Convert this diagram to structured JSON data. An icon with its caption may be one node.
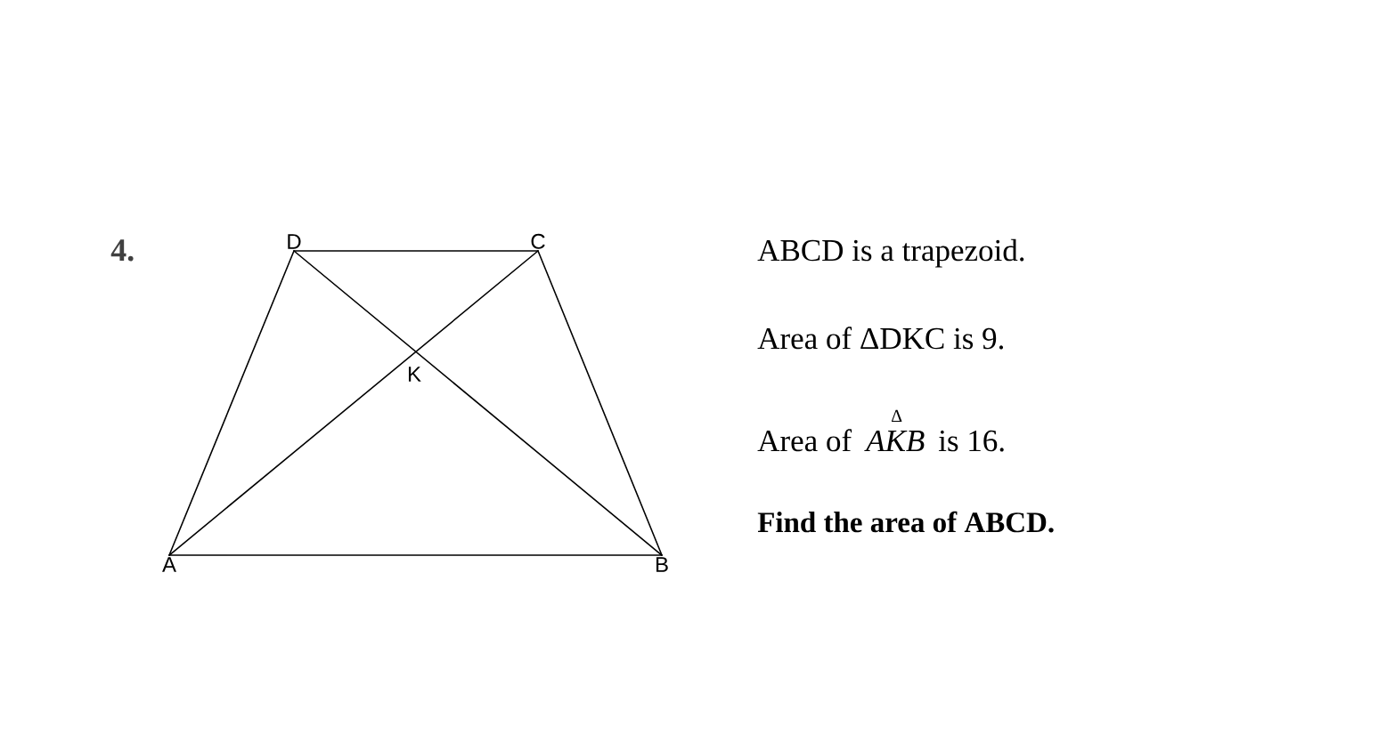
{
  "diagram": {
    "nodes": [
      {
        "text": [
          "D"
        ]
      },
      {
        "text": [
          "C"
        ]
      },
      {
        "text": [
          "K"
        ]
      },
      {
        "text": [
          "A"
        ]
      },
      {
        "text": [
          "B"
        ]
      }
    ],
    "edges": [
      {
        "from": 0,
        "to": 1,
        "arrow": "none"
      },
      {
        "from": 1,
        "to": 4,
        "arrow": "none"
      },
      {
        "from": 3,
        "to": 4,
        "arrow": "none"
      },
      {
        "from": 3,
        "to": 0,
        "arrow": "none"
      },
      {
        "from": 3,
        "to": 1,
        "arrow": "none"
      },
      {
        "from": 0,
        "to": 4,
        "arrow": "none"
      }
    ],
    "labels": [
      "4.",
      "ABCD is a trapezoid.",
      "Area of ΔDKC is 9.",
      "Δ",
      "Area of",
      "AKB",
      "is 16.",
      "Find the area of ABCD."
    ]
  }
}
